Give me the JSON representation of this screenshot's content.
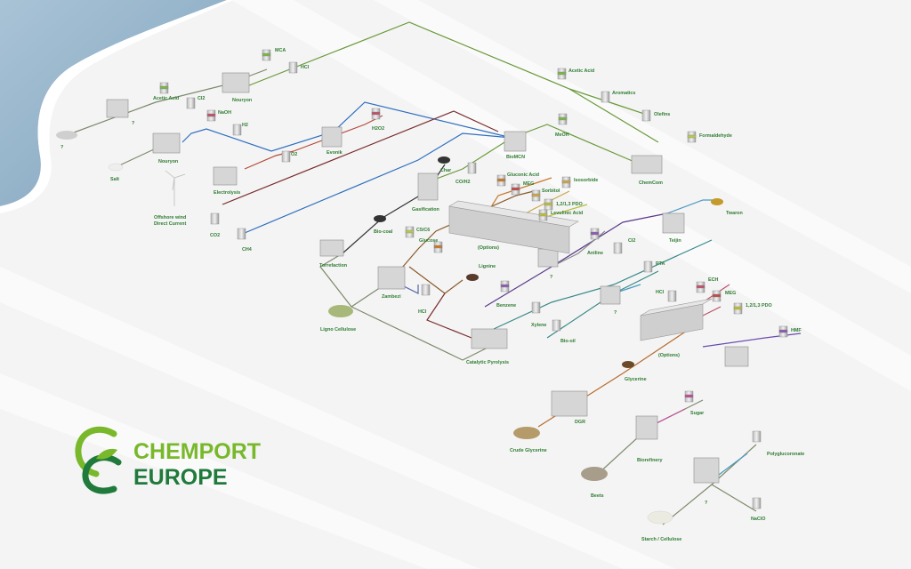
{
  "brand": {
    "line1": "CHEMPORT",
    "line2": "EUROPE",
    "colors": {
      "green": "#78b82a",
      "dark_green": "#1f7a3b",
      "text": "#2e7d32",
      "water": "#8fb2cc"
    }
  },
  "labels": {
    "q1": "?",
    "salt": "Salt",
    "q_top": "?",
    "acetic_acid_1": "Acetic Acid",
    "cl2_1": "Cl2",
    "nouryon_1": "Nouryon",
    "mca": "MCA",
    "hcl_1": "HCl",
    "naoh": "NaOH",
    "h2": "H2",
    "nouryon_2": "Nouryon",
    "o2": "O2",
    "evonik": "Evonik",
    "h2o2": "H2O2",
    "electrolysis": "Electrolysis",
    "offshore_wind": "Offshore wind",
    "direct_current": "Direct Current",
    "co2": "CO2",
    "ch4": "CH4",
    "acetic_acid_2": "Acetic Acid",
    "aromatics": "Aromatics",
    "olefins": "Olefins",
    "formaldehyde": "Formaldehyde",
    "meoh": "MeOH",
    "biomcn": "BioMCN",
    "chemcom": "ChemCom",
    "char": "Char",
    "co_h2": "CO/H2",
    "gasification": "Gasification",
    "gluconic_acid": "Gluconic Acid",
    "meg_1": "MEG",
    "sorbitol": "Sorbitol",
    "isosorbide": "Isosorbide",
    "pdo_1": "1,2/1,3 PDO",
    "levulinic_acid": "Levulinic Acid",
    "options_1": "(Options)",
    "bio_coal": "Bio-coal",
    "c5c6": "C5/C6",
    "glucose": "Glucose",
    "torrefaction": "Torrefaction",
    "lignine": "Lignine",
    "zambezi": "Zambezi",
    "hcl_2": "HCl",
    "ligno_cellulose": "Ligno Cellulose",
    "benzene": "Benzene",
    "q_mid": "?",
    "aniline": "Aniline",
    "cl2_2": "Cl2",
    "teijin": "Teijin",
    "twaron": "Twaron",
    "pta": "PTA",
    "xylene": "Xylene",
    "bio_oil": "Bio-oil",
    "catalytic_pyrolysis": "Catalytic Pyrolysis",
    "q_right": "?",
    "hcl_3": "HCl",
    "ech": "ECH",
    "meg_2": "MEG",
    "pdo_2": "1,2/1,3 PDO",
    "options_2": "(Options)",
    "hmf": "HMF",
    "glycerine": "Glycerine",
    "dgr": "DGR",
    "crude_glycerine": "Crude Glycerine",
    "sugar": "Sugar",
    "biorefinery": "Biorefinery",
    "beets": "Beets",
    "polyglucoronate": "Polyglucoronate",
    "q_bottom": "?",
    "starch_cellulose": "Starch / Cellulose",
    "naclo": "NaClO"
  }
}
